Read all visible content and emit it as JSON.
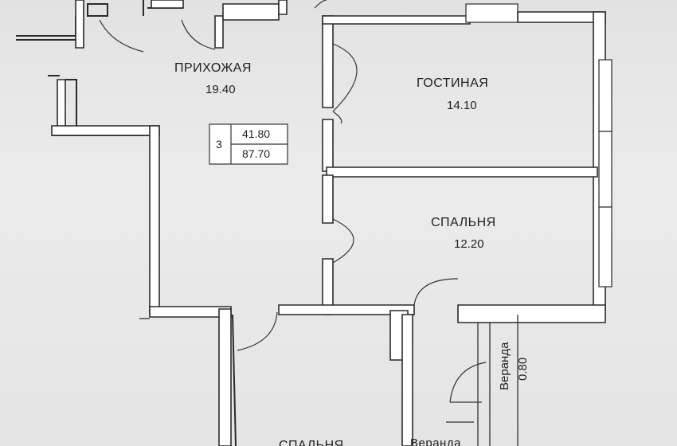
{
  "rooms": {
    "hallway": {
      "name": "ПРИХОЖАЯ",
      "area": "19.40"
    },
    "living": {
      "name": "ГОСТИНАЯ",
      "area": "14.10"
    },
    "bedroom1": {
      "name": "СПАЛЬНЯ",
      "area": "12.20"
    },
    "bedroom2": {
      "name": "СПАЛЬНЯ"
    },
    "veranda_right": {
      "name": "Веранда",
      "area": "0.80"
    },
    "veranda_bottom": {
      "name": "Веранда"
    }
  },
  "apartment_box": {
    "rooms_count": "3",
    "living_area": "41.80",
    "total_area": "87.70"
  },
  "colors": {
    "wall": "#2a2a2a",
    "paper": "#e6e6e6"
  }
}
